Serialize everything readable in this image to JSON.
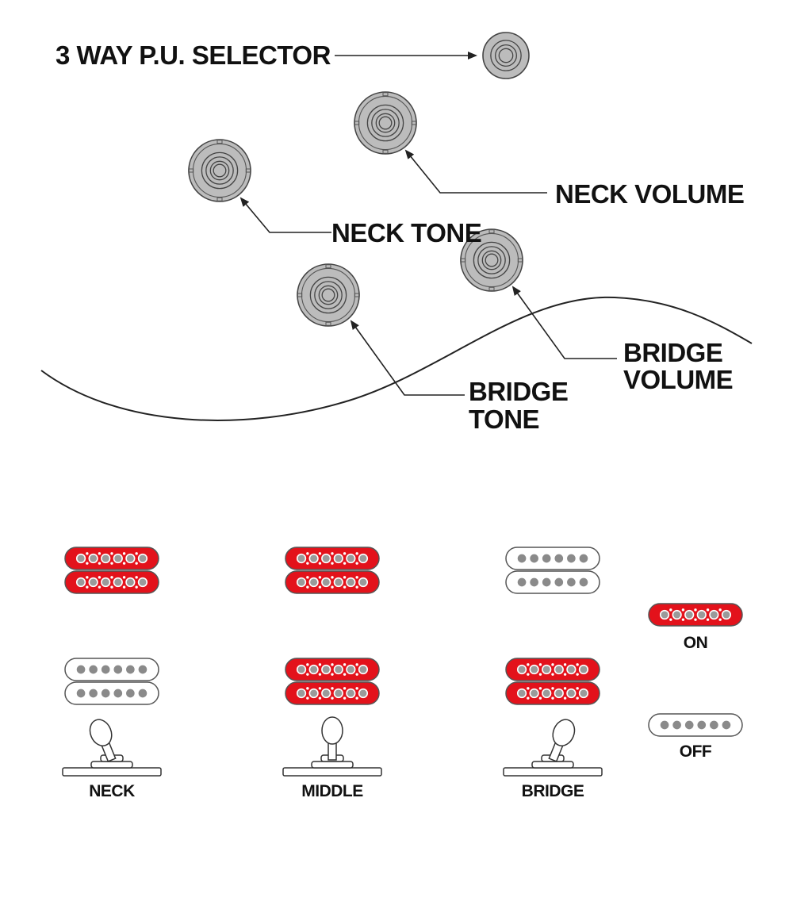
{
  "colors": {
    "pickup_on": "#e3121b",
    "pickup_off": "#ffffff",
    "knob_fill": "#bcbcbc",
    "line": "#222222",
    "pole_on": "#9a9a9a",
    "pole_off": "#8a8a8a"
  },
  "labels": {
    "selector": "3 WAY P.U. SELECTOR",
    "neck_volume": "NECK VOLUME",
    "neck_tone": "NECK TONE",
    "bridge_volume": [
      "BRIDGE",
      "VOLUME"
    ],
    "bridge_tone": [
      "BRIDGE",
      "TONE"
    ]
  },
  "positions": [
    {
      "name": "NECK",
      "neck_pickup": "on",
      "bridge_pickup": "off",
      "lever": "left"
    },
    {
      "name": "MIDDLE",
      "neck_pickup": "on",
      "bridge_pickup": "on",
      "lever": "center"
    },
    {
      "name": "BRIDGE",
      "neck_pickup": "off",
      "bridge_pickup": "on",
      "lever": "right"
    }
  ],
  "legend": {
    "on": "ON",
    "off": "OFF"
  }
}
